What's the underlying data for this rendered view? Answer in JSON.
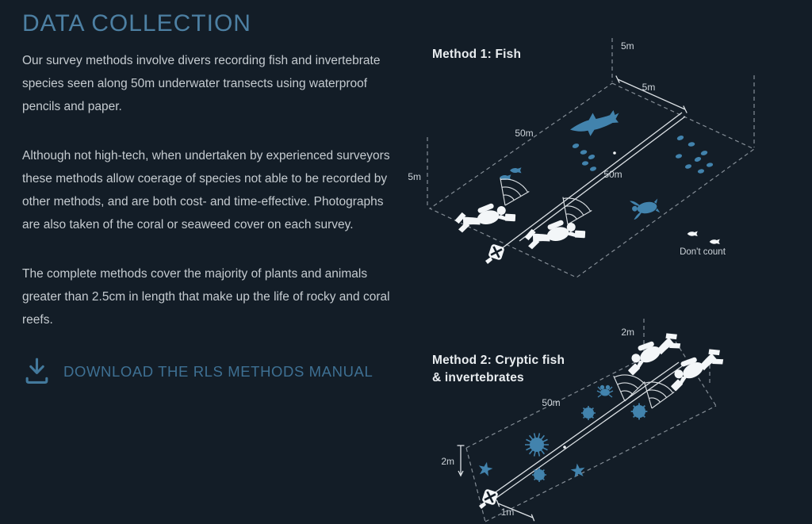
{
  "theme": {
    "background": "#131d27",
    "title_color": "#4d80a3",
    "body_text_color": "#c5cbd0",
    "link_color": "#3e7093",
    "diagram_text_color": "#ccd3d9",
    "organism_color": "#4283ad",
    "silhouette_color": "#f3f6f8"
  },
  "content": {
    "title": "DATA COLLECTION",
    "paragraphs": [
      {
        "lines": [
          "Our survey methods involve divers recording fish and invertebrate",
          "species seen along 50m underwater transects using waterproof",
          "pencils and paper."
        ]
      },
      {
        "lines": [
          "Although not high-tech, when undertaken by experienced surveyors",
          "these methods allow coerage of species not able to be recorded by",
          "other methods, and are both cost- and time-effective. Photographs",
          "are also taken of the coral or seaweed cover on each survey."
        ]
      },
      {
        "lines": [
          "The complete methods cover the majority of plants and animals",
          "greater than 2.5cm in length that make up the life of rocky and coral",
          "reefs."
        ]
      }
    ],
    "download_label": "DOWNLOAD THE RLS METHODS MANUAL"
  },
  "method1": {
    "title": "Method 1: Fish",
    "label_depth_top": "5m",
    "label_width_top": "5m",
    "label_edge_length": "50m",
    "label_transect": "50m",
    "label_depth_left": "5m",
    "label_dont_count": "Don't count"
  },
  "method2": {
    "title_line1": "Method 2: Cryptic fish",
    "title_line2": "& invertebrates",
    "label_width_top": "2m",
    "label_length": "50m",
    "label_width_left": "2m",
    "label_width_bottom": "1m"
  }
}
